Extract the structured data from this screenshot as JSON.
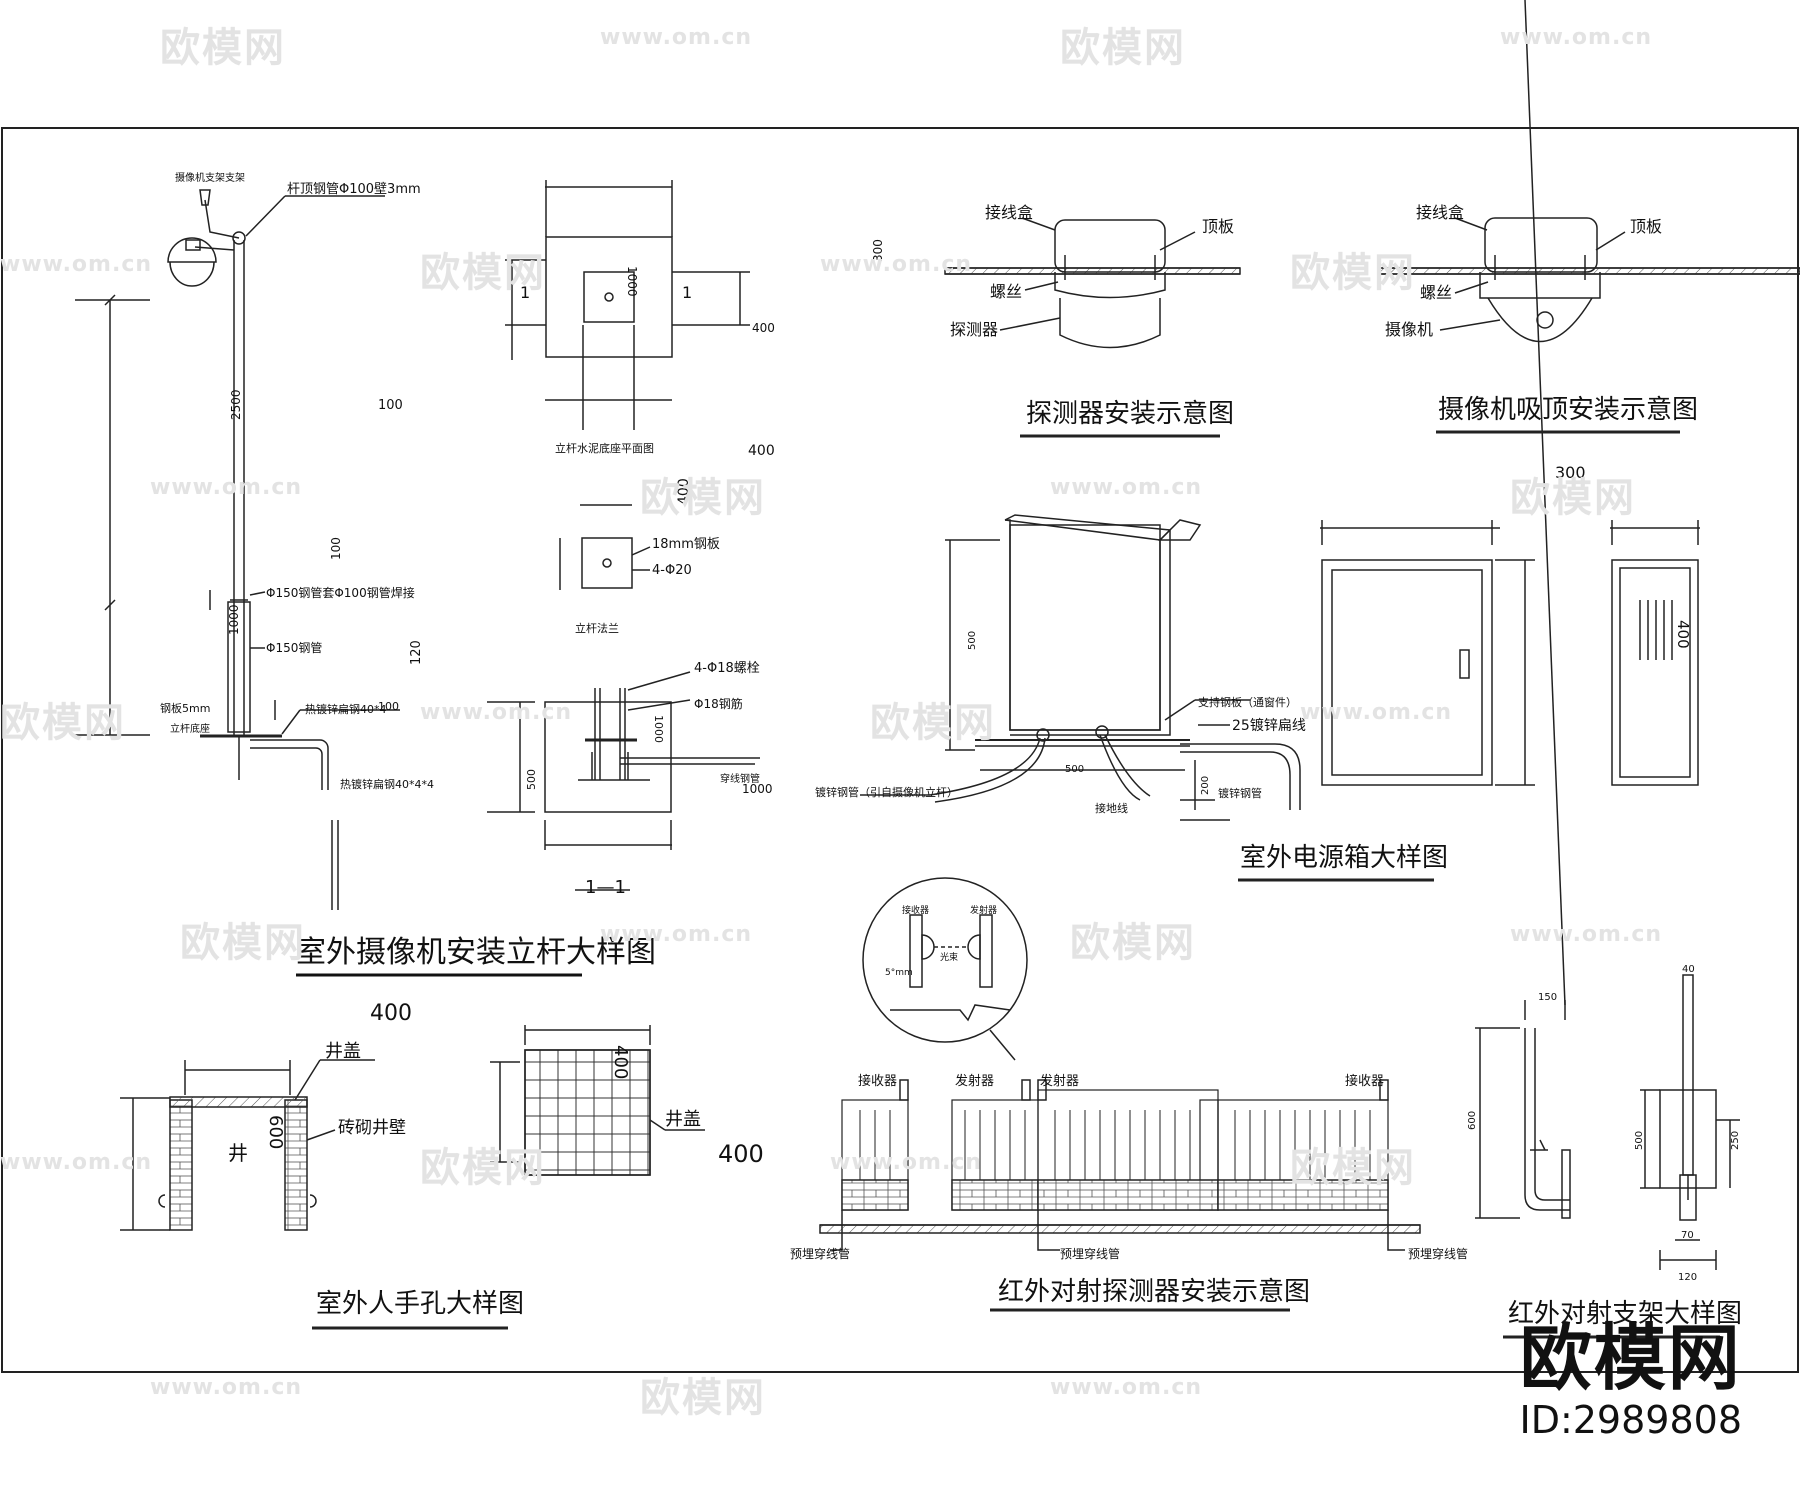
{
  "watermark": {
    "logo_text": "欧模网",
    "url_text": "www.om.cn"
  },
  "brand": {
    "name": "欧模网",
    "id": "ID:2989808"
  },
  "titles": {
    "pole": "室外摄像机安装立杆大样图",
    "detector": "探测器安装示意图",
    "camera_ceiling": "摄像机吸顶安装示意图",
    "power_box": "室外电源箱大样图",
    "manhole": "室外人手孔大样图",
    "ir_install": "红外对射探测器安装示意图",
    "ir_bracket": "红外对射支架大样图"
  },
  "pole": {
    "top_label": "摄像机支架支架",
    "pole_spec": "杆顶钢管Φ100壁3mm",
    "dim_2500": "2500",
    "dim_100": "100",
    "dim_1000": "1000",
    "tube_joint": "Φ150钢管套Φ100钢管焊接",
    "tube_150": "Φ150钢管",
    "base_plate": "钢板5mm",
    "base_label": "立杆底座",
    "ground_flat": "热镀锌扁钢40*4",
    "ground_flat_2": "热镀锌扁钢40*4*4",
    "dim_left_100": "100",
    "dim_left_120": "120"
  },
  "foundation": {
    "dim_1000": "1000",
    "dim_400": "400",
    "section_mark": "1",
    "plan_label": "立杆水泥底座平面图",
    "dim_400_b": "400",
    "dim_400_c": "400",
    "plate_spec": "18mm钢板",
    "bolts": "4-Φ20",
    "flange_label": "立杆法兰",
    "anchor": "4-Φ18螺栓",
    "rebar": "Φ18钢筋",
    "dim_1000_b": "1000",
    "dim_500": "500",
    "pipe_note": "穿线钢管",
    "dim_1000_c": "1000",
    "dim_100_c": "100",
    "section": "1—1"
  },
  "detector": {
    "junction_box": "接线盒",
    "ceiling": "顶板",
    "screw": "螺丝",
    "device": "探测器",
    "dim_300": "300"
  },
  "camera_ceiling": {
    "junction_box": "接线盒",
    "ceiling": "顶板",
    "screw": "螺丝",
    "device": "摄像机"
  },
  "power_box": {
    "dim_300": "300",
    "dim_400": "400",
    "dim_500": "500",
    "dim_h": "500",
    "dim_base": "200",
    "support": "支持钢板（通窗件）",
    "ground_wire": "25镀锌扁线",
    "galv_pipe": "镀锌钢管（引自摄像机立杆）",
    "ground_label": "接地线",
    "galv_pipe_2": "镀锌钢管"
  },
  "manhole": {
    "cover": "井盖",
    "well": "井",
    "wall": "砖砌井壁",
    "dim_600": "600",
    "dim_400_top": "400",
    "dim_400_side": "400",
    "cover_plan": "井盖",
    "dim_400_right": "400"
  },
  "ir_install": {
    "receiver": "接收器",
    "emitter": "发射器",
    "emitter_2": "发射器",
    "receiver_2": "接收器",
    "conduit": "预埋穿线管",
    "conduit_2": "预埋穿线管",
    "conduit_3": "预埋穿线管",
    "detail_a": "接收器",
    "detail_b": "发射器",
    "detail_c": "光束",
    "detail_d": "5°mm"
  },
  "ir_bracket": {
    "dim_150": "150",
    "dim_600": "600",
    "dim_40": "40",
    "dim_500": "500",
    "dim_250": "250",
    "dim_70": "70",
    "dim_120": "120"
  }
}
